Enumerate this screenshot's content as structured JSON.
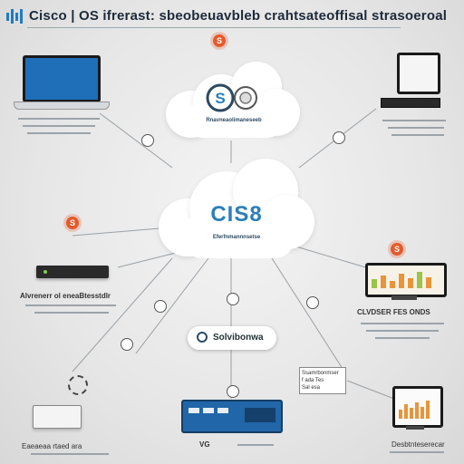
{
  "header": {
    "brand": "Cisco",
    "title": "Cisco | OS ifrerast: sbeobeuavbleb crahtsateoffisal strasoeroal"
  },
  "top_cloud": {
    "logo_text": "S",
    "caption": "Rnavneaolimaneseeb"
  },
  "center_cloud": {
    "title": "CIS8",
    "caption": "Eferfnmannnsetse"
  },
  "pill": {
    "label": "Solvibonwa"
  },
  "devices": {
    "laptop_caption": "",
    "monitor_top_right_caption": "",
    "router_caption": "Alvrenerr ol eneaBtesstdlr",
    "monitor_right_caption": "CLVDSER FES ONDS",
    "server_caption": "Eaeaeaa rtaed ara",
    "monitor_bottom_right_caption": "Desbtnteserecar",
    "switch_caption": "VG"
  },
  "note": {
    "lines": [
      "Ssamrbonmser",
      "f ada Tes",
      "Sal esa"
    ]
  },
  "markers": {
    "top_dot": "S",
    "left_dot": "S",
    "right_dot": "S"
  },
  "colors": {
    "accent": "#e55a2b",
    "brand": "#2a7fb8",
    "device_blue": "#2166a8"
  }
}
